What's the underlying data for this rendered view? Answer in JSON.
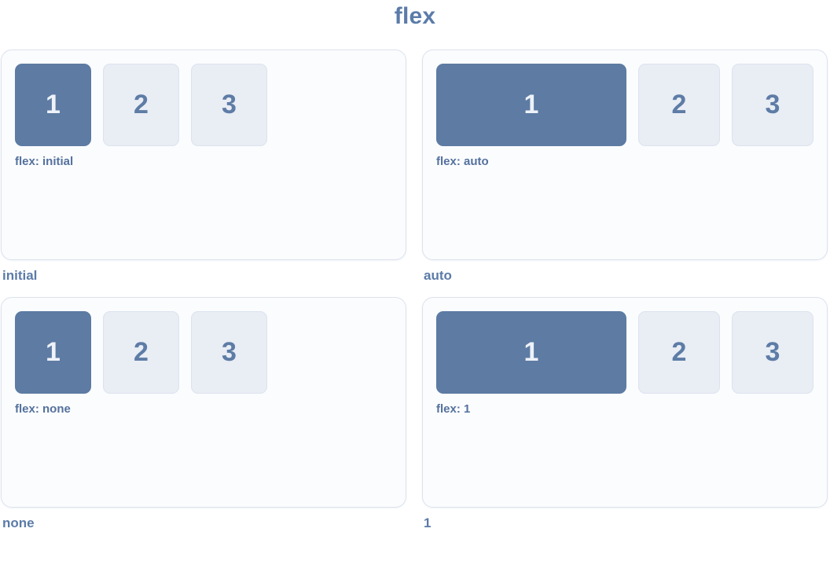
{
  "title": "flex",
  "colors": {
    "accent_box": "#5d7ba3",
    "muted_box": "#e9edf4",
    "label_text": "#5b7ba8",
    "caption_text": "#54719d"
  },
  "panels": [
    {
      "label": "initial",
      "caption": "flex: initial",
      "grow": false,
      "boxes": [
        "1",
        "2",
        "3"
      ]
    },
    {
      "label": "auto",
      "caption": "flex: auto",
      "grow": true,
      "boxes": [
        "1",
        "2",
        "3"
      ]
    },
    {
      "label": "none",
      "caption": "flex: none",
      "grow": false,
      "boxes": [
        "1",
        "2",
        "3"
      ]
    },
    {
      "label": "1",
      "caption": "flex: 1",
      "grow": true,
      "boxes": [
        "1",
        "2",
        "3"
      ]
    }
  ]
}
